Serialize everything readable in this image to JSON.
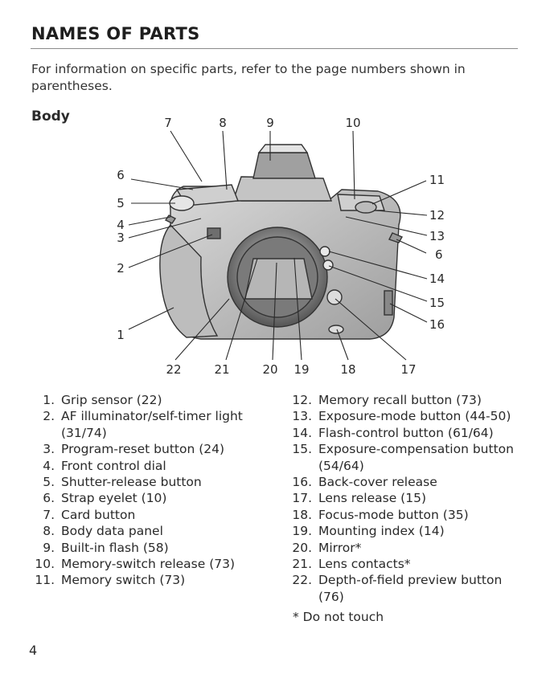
{
  "heading": "NAMES OF PARTS",
  "intro": "For information on specific parts, refer to the page numbers shown in parentheses.",
  "section_title": "Body",
  "callout_numbers": [
    "7",
    "8",
    "9",
    "10",
    "6",
    "5",
    "4",
    "3",
    "2",
    "1",
    "11",
    "12",
    "13",
    "6",
    "14",
    "15",
    "16",
    "22",
    "21",
    "20",
    "19",
    "18",
    "17"
  ],
  "parts_left": [
    {
      "num": "1.",
      "text": "Grip sensor (22)"
    },
    {
      "num": "2.",
      "text": "AF illuminator/self-timer light (31/74)"
    },
    {
      "num": "3.",
      "text": "Program-reset button (24)"
    },
    {
      "num": "4.",
      "text": "Front control dial"
    },
    {
      "num": "5.",
      "text": "Shutter-release button"
    },
    {
      "num": "6.",
      "text": "Strap eyelet (10)"
    },
    {
      "num": "7.",
      "text": "Card button"
    },
    {
      "num": "8.",
      "text": "Body data panel"
    },
    {
      "num": "9.",
      "text": "Built-in flash (58)"
    },
    {
      "num": "10.",
      "text": "Memory-switch release (73)"
    },
    {
      "num": "11.",
      "text": "Memory switch (73)"
    }
  ],
  "parts_right": [
    {
      "num": "12.",
      "text": "Memory recall button (73)"
    },
    {
      "num": "13.",
      "text": "Exposure-mode button (44-50)"
    },
    {
      "num": "14.",
      "text": "Flash-control button (61/64)"
    },
    {
      "num": "15.",
      "text": "Exposure-compensation button (54/64)"
    },
    {
      "num": "16.",
      "text": "Back-cover release"
    },
    {
      "num": "17.",
      "text": "Lens release (15)"
    },
    {
      "num": "18.",
      "text": "Focus-mode button (35)"
    },
    {
      "num": "19.",
      "text": "Mounting index (14)"
    },
    {
      "num": "20.",
      "text": "Mirror*"
    },
    {
      "num": "21.",
      "text": "Lens contacts*"
    },
    {
      "num": "22.",
      "text": "Depth-of-field preview button (76)"
    }
  ],
  "footnote": "* Do not touch",
  "page_number": "4"
}
